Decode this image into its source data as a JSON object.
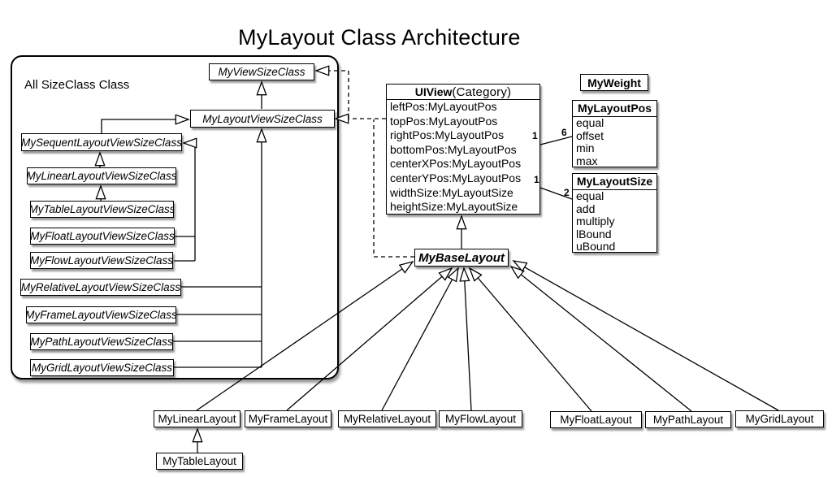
{
  "title": "MyLayout Class Architecture",
  "panel": {
    "label": "All SizeClass Class"
  },
  "sizeclass": {
    "view": "MyViewSizeClass",
    "layout": "MyLayoutViewSizeClass",
    "sequent": "MySequentLayoutViewSizeClass",
    "linear": "MyLinearLayoutViewSizeClass",
    "table": "MyTableLayoutViewSizeClass",
    "float": "MyFloatLayoutViewSizeClass",
    "flow": "MyFlowLayoutViewSizeClass",
    "relative": "MyRelativeLayoutViewSizeClass",
    "frame": "MyFrameLayoutViewSizeClass",
    "path": "MyPathLayoutViewSizeClass",
    "grid": "MyGridLayoutViewSizeClass"
  },
  "uiview": {
    "name": "UIView",
    "category": "(Category)",
    "attrs": [
      "leftPos:MyLayoutPos",
      "topPos:MyLayoutPos",
      "rightPos:MyLayoutPos",
      "bottomPos:MyLayoutPos",
      "centerXPos:MyLayoutPos",
      "centerYPos:MyLayoutPos",
      "widthSize:MyLayoutSize",
      "heightSize:MyLayoutSize"
    ]
  },
  "myweight": {
    "label": "MyWeight"
  },
  "mylayoutpos": {
    "header": "MyLayoutPos",
    "attrs": [
      "equal",
      "offset",
      "min",
      "max"
    ]
  },
  "mylayoutsize": {
    "header": "MyLayoutSize",
    "attrs": [
      "equal",
      "add",
      "multiply",
      "lBound",
      "uBound"
    ]
  },
  "mybaselayout": {
    "label": "MyBaseLayout"
  },
  "layouts": {
    "linear": "MyLinearLayout",
    "frame": "MyFrameLayout",
    "relative": "MyRelativeLayout",
    "flow": "MyFlowLayout",
    "float": "MyFloatLayout",
    "path": "MyPathLayout",
    "grid": "MyGridLayout",
    "table": "MyTableLayout"
  },
  "multiplicity": {
    "pos_from": "1",
    "pos_to": "6",
    "size_from": "1",
    "size_to": "2"
  },
  "colors": {
    "stroke": "#000000",
    "box_fill": "#ffffff",
    "shadow": "rgba(0,0,0,0.4)"
  }
}
